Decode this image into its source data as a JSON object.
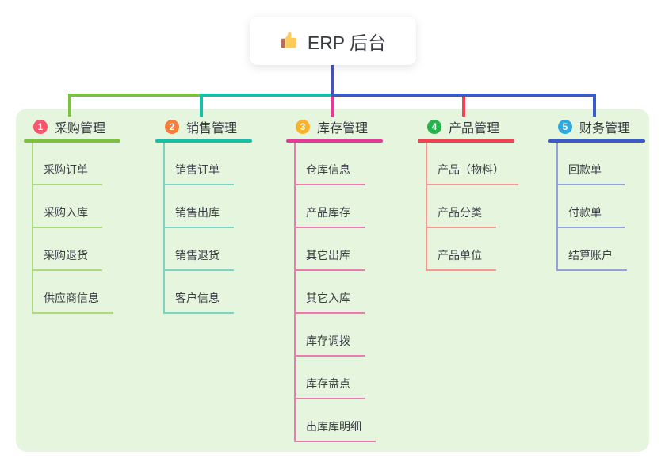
{
  "root": {
    "title": "ERP 后台",
    "icon": "thumbs-up-icon",
    "line_color": "#4654B8"
  },
  "panel": {
    "background": "#E6F5DE"
  },
  "branches": [
    {
      "number": "1",
      "title": "采购管理",
      "badge_color": "#F8566C",
      "color": "#7DC142",
      "light_color": "#AAD97E",
      "items": [
        "采购订单",
        "采购入库",
        "采购退货",
        "供应商信息"
      ]
    },
    {
      "number": "2",
      "title": "销售管理",
      "badge_color": "#F87E3E",
      "color": "#16BFA5",
      "light_color": "#7AD3C3",
      "items": [
        "销售订单",
        "销售出库",
        "销售退货",
        "客户信息"
      ]
    },
    {
      "number": "3",
      "title": "库存管理",
      "badge_color": "#F9B32B",
      "color": "#E53A97",
      "light_color": "#F078B6",
      "items": [
        "仓库信息",
        "产品库存",
        "其它出库",
        "其它入库",
        "库存调拨",
        "库存盘点",
        "出库库明细"
      ]
    },
    {
      "number": "4",
      "title": "产品管理",
      "badge_color": "#27B24B",
      "color": "#F04351",
      "light_color": "#F79A93",
      "items": [
        "产品（物料）",
        "产品分类",
        "产品单位"
      ]
    },
    {
      "number": "5",
      "title": "财务管理",
      "badge_color": "#2FA8DE",
      "color": "#3C5AC8",
      "light_color": "#92A3DB",
      "items": [
        "回款单",
        "付款单",
        "结算账户"
      ]
    }
  ]
}
